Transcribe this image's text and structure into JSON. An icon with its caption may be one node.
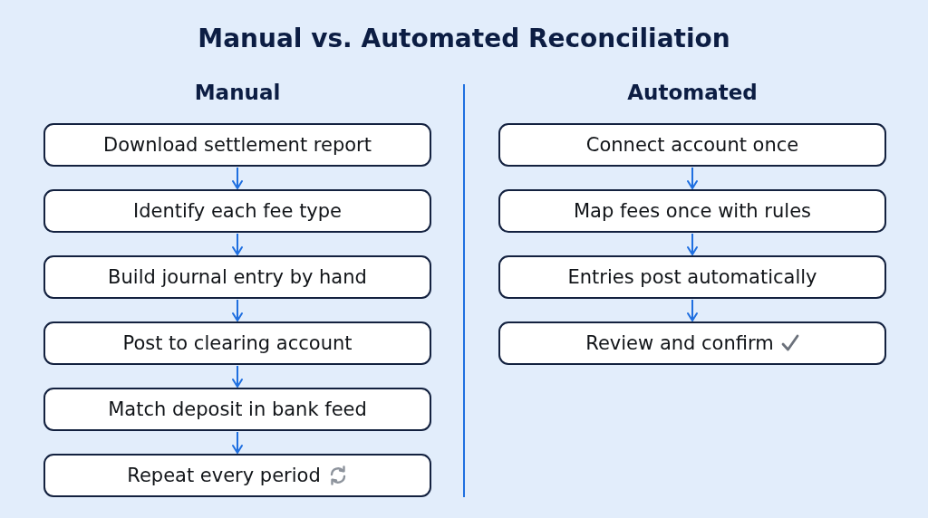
{
  "diagram": {
    "title": "Manual vs. Automated Reconciliation",
    "nodes": [
      {
        "text": [
          "Download settlement report"
        ]
      },
      {
        "text": [
          "Identify each fee type"
        ]
      },
      {
        "text": [
          "Build journal entry by hand"
        ]
      },
      {
        "text": [
          "Post to clearing account"
        ]
      },
      {
        "text": [
          "Match deposit in bank feed"
        ]
      },
      {
        "text": [
          "Repeat every period"
        ]
      },
      {
        "text": [
          "Connect account once"
        ]
      },
      {
        "text": [
          "Map fees once with rules"
        ]
      },
      {
        "text": [
          "Entries post automatically"
        ]
      },
      {
        "text": [
          "Review and confirm"
        ]
      }
    ],
    "edges": [
      {
        "from": 0,
        "to": 1,
        "arrow": "to"
      },
      {
        "from": 1,
        "to": 2,
        "arrow": "to"
      },
      {
        "from": 2,
        "to": 3,
        "arrow": "to"
      },
      {
        "from": 3,
        "to": 4,
        "arrow": "to"
      },
      {
        "from": 4,
        "to": 5,
        "arrow": "to"
      },
      {
        "from": 6,
        "to": 7,
        "arrow": "to"
      },
      {
        "from": 7,
        "to": 8,
        "arrow": "to"
      },
      {
        "from": 8,
        "to": 9,
        "arrow": "to"
      }
    ],
    "labels": [
      "Manual",
      "Automated"
    ]
  }
}
